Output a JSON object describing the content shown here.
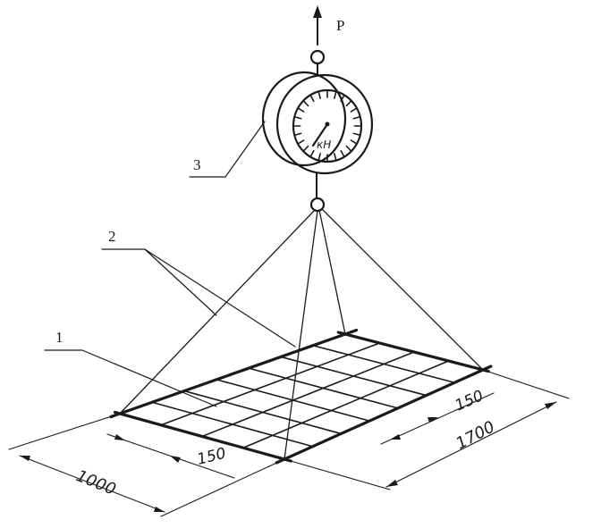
{
  "labels": {
    "force": "P",
    "mesh": "1",
    "slings": "2",
    "dynamometer": "3"
  },
  "gauge": {
    "unit": "кН"
  },
  "dimensions": {
    "width": "1000",
    "length": "1700",
    "cell_short": "150",
    "cell_long": "150"
  }
}
